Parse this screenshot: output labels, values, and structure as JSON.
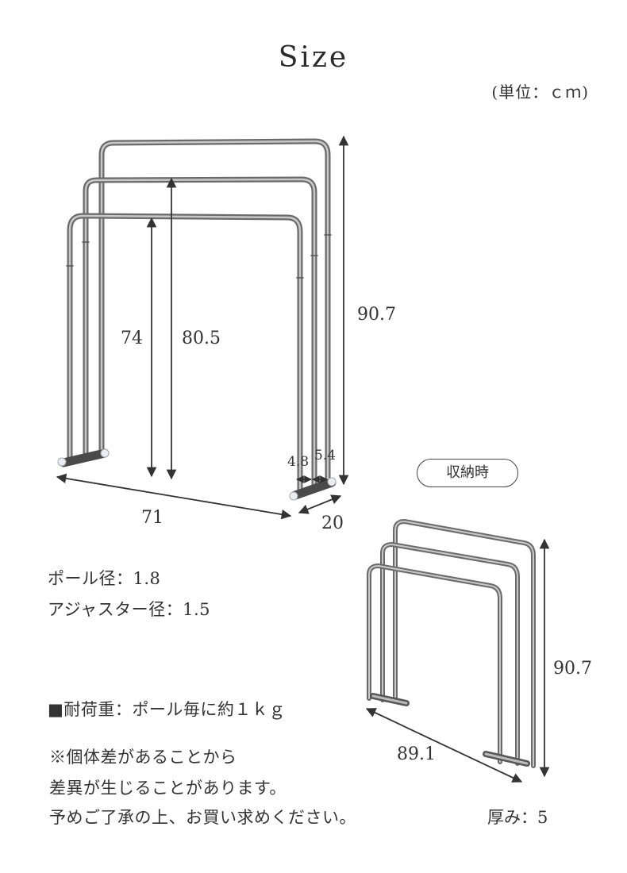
{
  "title": "Size",
  "unit": "(単位：ｃｍ)",
  "main_dims": {
    "h_low": "74",
    "h_mid": "80.5",
    "h_total": "90.7",
    "width": "71",
    "depth": "20",
    "gap1": "4.8",
    "gap2": "5.4"
  },
  "specs": {
    "pole_diameter": "ポール径：1.8",
    "adjuster_diameter": "アジャスター径：1.5",
    "load_capacity": "■耐荷重：ポール毎に約１ｋｇ"
  },
  "note": {
    "line1": "※個体差があることから",
    "line2": "差異が生じることがあります。",
    "line3": "予めご了承の上、お買い求めください。"
  },
  "storage": {
    "badge": "収納時",
    "height": "90.7",
    "width": "89.1",
    "thickness": "厚み：5"
  },
  "colors": {
    "metal": "#8a8a8a",
    "metal_dark": "#5e5e5e",
    "line": "#333333"
  }
}
